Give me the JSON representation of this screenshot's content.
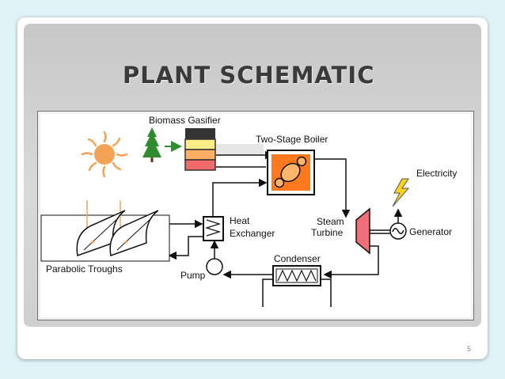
{
  "slide": {
    "title": "PLANT SCHEMATIC",
    "page_number": "5"
  },
  "diagram": {
    "labels": {
      "biomass_gasifier": "Biomass Gasifier",
      "two_stage_boiler": "Two-Stage Boiler",
      "electricity": "Electricity",
      "heat": "Heat",
      "exchanger": "Exchanger",
      "steam": "Steam",
      "turbine": "Turbine",
      "generator": "Generator",
      "condenser": "Condenser",
      "pump": "Pump",
      "parabolic_troughs": "Parabolic Troughs"
    },
    "icons": [
      "sun-icon",
      "tree-icon",
      "lightning-icon",
      "generator-icon"
    ],
    "colors": {
      "gasifier_layers": [
        "#333333",
        "#ffee88",
        "#ffae64",
        "#f16a6a"
      ],
      "sun": "#f4a256",
      "tree": "#2e8b2e",
      "boiler_fill": "#ff7a1e",
      "turbine_fill": "#ef6f78",
      "lightning": "#ffd21e"
    }
  }
}
